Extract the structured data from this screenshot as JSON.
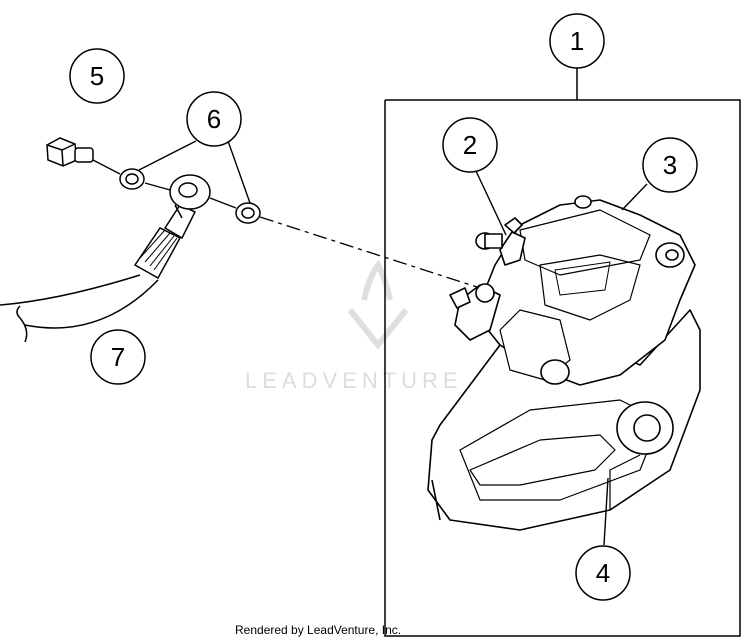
{
  "callouts": [
    {
      "id": "1",
      "label": "1"
    },
    {
      "id": "2",
      "label": "2"
    },
    {
      "id": "3",
      "label": "3"
    },
    {
      "id": "4",
      "label": "4"
    },
    {
      "id": "5",
      "label": "5"
    },
    {
      "id": "6",
      "label": "6"
    },
    {
      "id": "7",
      "label": "7"
    }
  ],
  "watermark": {
    "text": "LEADVENTURE"
  },
  "footer": {
    "text": "Rendered by LeadVenture, Inc."
  }
}
